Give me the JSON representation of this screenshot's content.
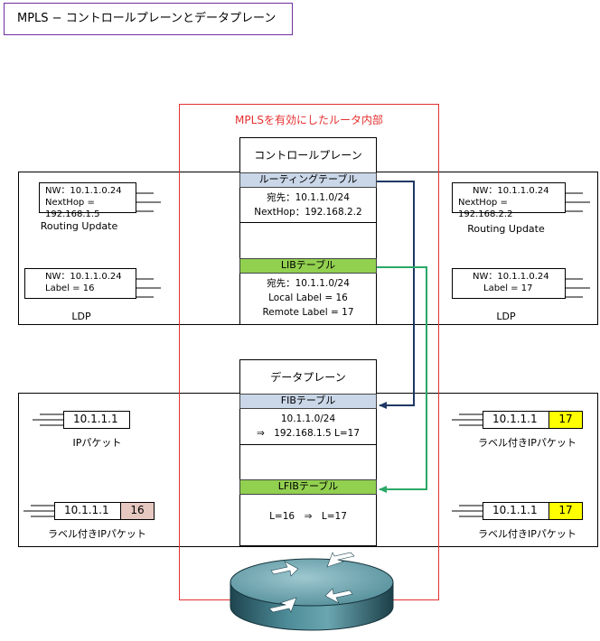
{
  "title": "MPLS − コントロールプレーンとデータプレーン",
  "router_label": "MPLSを有効にしたルータ内部",
  "control_plane": {
    "header": "コントロールプレーン",
    "routing_table": {
      "title": "ルーティングテーブル",
      "line1": "宛先：10.1.1.0/24",
      "line2": "NextHop：192.168.2.2"
    },
    "lib_table": {
      "title": "LIBテーブル",
      "line1": "宛先：10.1.1.0/24",
      "line2": "Local Label = 16",
      "line3": "Remote Label = 17"
    }
  },
  "data_plane": {
    "header": "データプレーン",
    "fib_table": {
      "title": "FIBテーブル",
      "line1": "10.1.1.0/24",
      "line2": "⇒　192.168.1.5 L=17"
    },
    "lfib_table": {
      "title": "LFIBテーブル",
      "line1": "L=16　⇒　L=17"
    }
  },
  "left": {
    "routing_update": {
      "line1": "NW：10.1.1.0.24",
      "line2": "NextHop = 192.168.1.5",
      "caption": "Routing Update"
    },
    "ldp": {
      "line1": "NW：10.1.1.0.24",
      "line2": "Label = 16",
      "caption": "LDP"
    },
    "ip_packet": {
      "ip": "10.1.1.1",
      "caption": "IPパケット"
    },
    "labeled_packet": {
      "ip": "10.1.1.1",
      "label": "16",
      "caption": "ラベル付きIPパケット"
    }
  },
  "right": {
    "routing_update": {
      "line1": "NW：10.1.1.0.24",
      "line2": "NextHop = 192.168.2.2",
      "caption": "Routing Update"
    },
    "ldp": {
      "line1": "NW：10.1.1.0.24",
      "line2": "Label = 17",
      "caption": "LDP"
    },
    "labeled_packet_1": {
      "ip": "10.1.1.1",
      "label": "17",
      "caption": "ラベル付きIPパケット"
    },
    "labeled_packet_2": {
      "ip": "10.1.1.1",
      "label": "17",
      "caption": "ラベル付きIPパケット"
    }
  },
  "colors": {
    "label_16": "#e6c8c1",
    "label_17": "#ffff00",
    "routing_arrow": "#1f3864",
    "lib_arrow": "#2aa866",
    "router_box": "#e53030"
  }
}
